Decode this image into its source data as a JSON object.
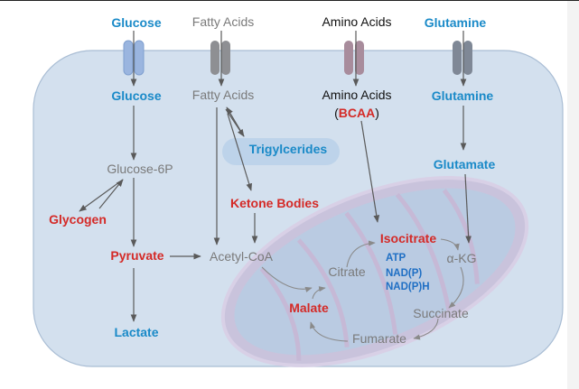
{
  "outside": {
    "glucose": "Glucose",
    "fatty_acids": "Fatty Acids",
    "amino_acids": "Amino Acids",
    "glutamine": "Glutamine"
  },
  "cytoplasm": {
    "glucose": "Glucose",
    "fatty_acids": "Fatty Acids",
    "amino_acids": "Amino Acids",
    "bcaa_open": "(",
    "bcaa": "BCAA",
    "bcaa_close": ")",
    "glutamine": "Glutamine",
    "glutamate": "Glutamate",
    "glucose6p": "Glucose-6P",
    "glycogen": "Glycogen",
    "pyruvate": "Pyruvate",
    "lactate": "Lactate",
    "acetyl_coa": "Acetyl-CoA",
    "trigylcerides": "Trigylcerides",
    "ketone_bodies": "Ketone Bodies"
  },
  "mitochondria": {
    "citrate": "Citrate",
    "isocitrate": "Isocitrate",
    "akg": "α-KG",
    "succinate": "Succinate",
    "fumarate": "Fumarate",
    "malate": "Malate",
    "atp": "ATP",
    "nadp": "NAD(P)",
    "nadph": "NAD(P)H"
  },
  "colors": {
    "cell": "#d3e0ee",
    "transporter_glucose": "#9ab5df",
    "transporter_fatty": "#8e8f93",
    "transporter_amino": "#a88c9c",
    "transporter_glutamine": "#7f8896",
    "highlight_red": "#d42a27",
    "highlight_blue": "#1a8ac8"
  }
}
